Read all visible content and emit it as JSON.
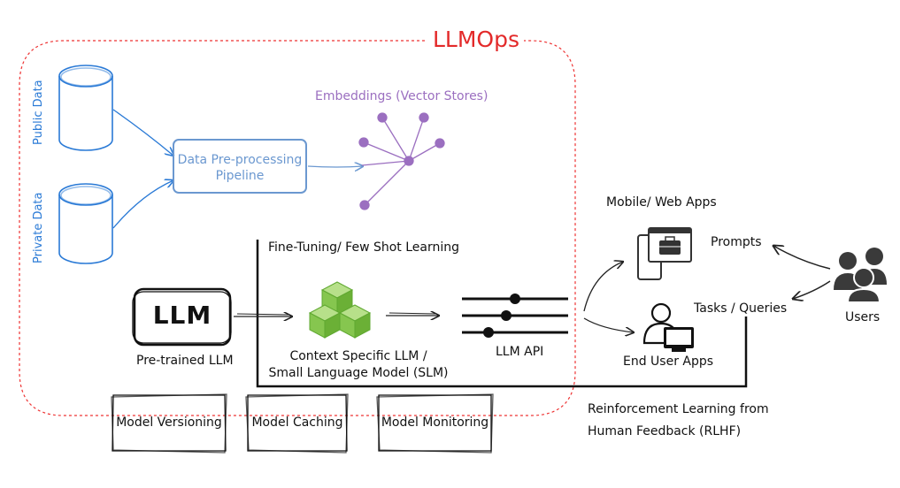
{
  "title": "LLMOps",
  "data_sources": {
    "public": "Public Data",
    "private": "Private Data"
  },
  "pipeline": {
    "line1": "Data Pre-processing",
    "line2": "Pipeline"
  },
  "embeddings": "Embeddings (Vector Stores)",
  "fine_tuning": "Fine-Tuning/ Few Shot Learning",
  "llm_box": "LLM",
  "pretrained": "Pre-trained LLM",
  "slm": {
    "line1": "Context Specific LLM /",
    "line2": "Small Language Model (SLM)"
  },
  "llm_api": "LLM API",
  "apps": {
    "mobile_web": "Mobile/ Web Apps",
    "end_user": "End User Apps"
  },
  "prompts": "Prompts",
  "tasks": "Tasks / Queries",
  "users": "Users",
  "rlhf": {
    "line1": "Reinforcement Learning from",
    "line2": "Human Feedback (RLHF)"
  },
  "modules": {
    "versioning": "Model Versioning",
    "caching": "Model Caching",
    "monitoring": "Model Monitoring"
  },
  "colors": {
    "title_red": "#e32a2a",
    "blue": "#2a7ad6",
    "purple": "#9b6fc0",
    "green": "#7ac943"
  }
}
